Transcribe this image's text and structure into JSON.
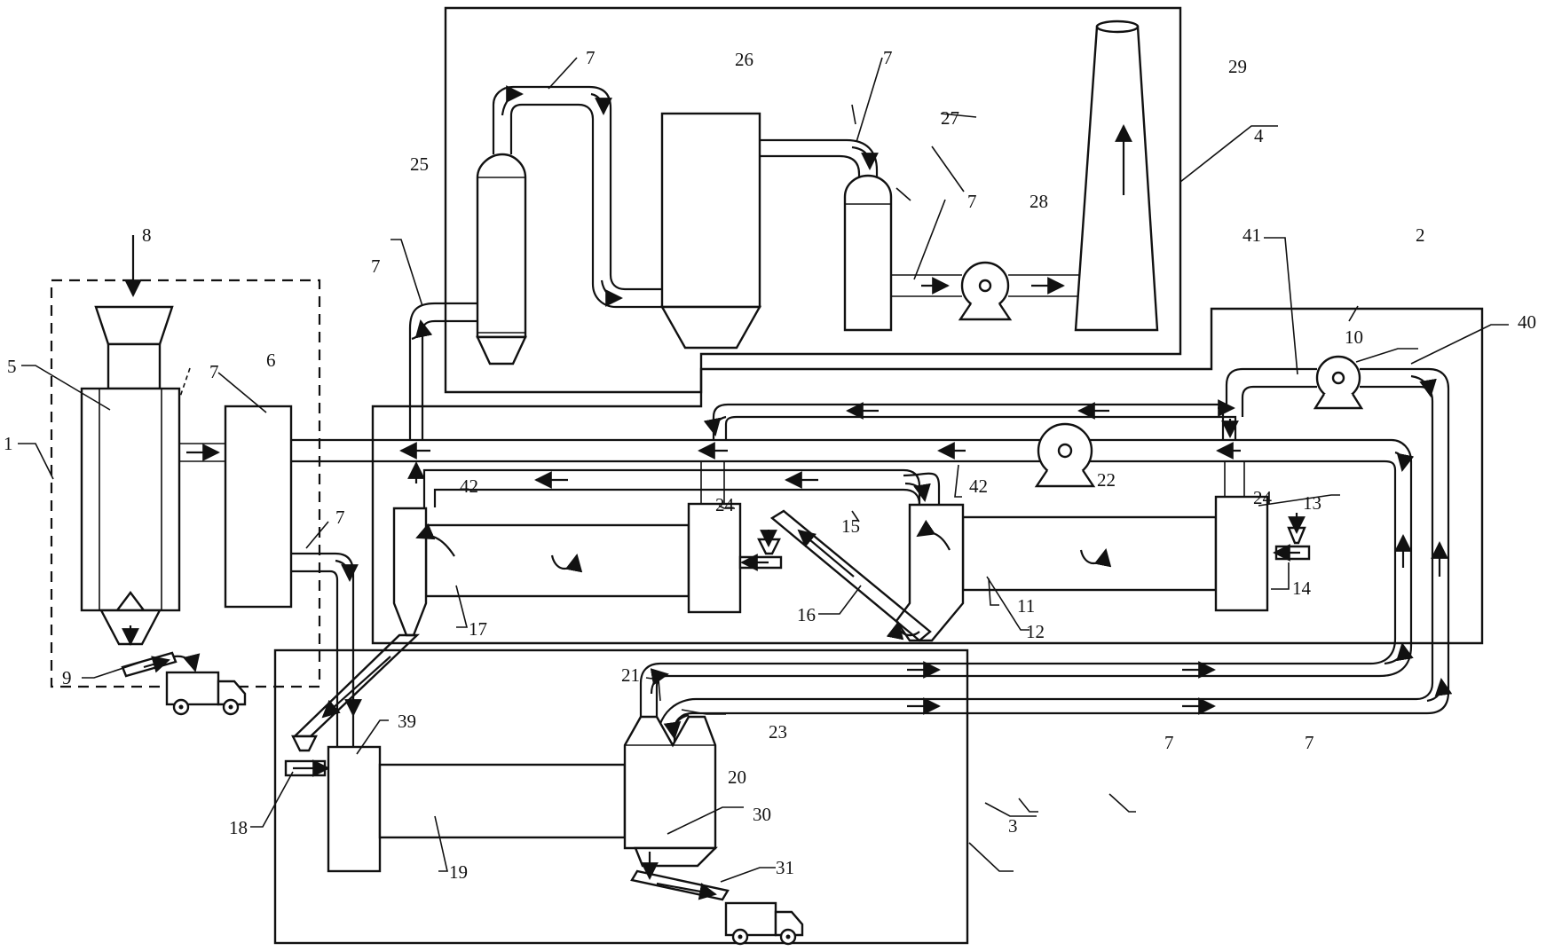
{
  "diagram": {
    "labels": {
      "l1": "1",
      "l2": "2",
      "l3": "3",
      "l4": "4",
      "l5": "5",
      "l6": "6",
      "l7": "7",
      "l8": "8",
      "l9": "9",
      "l10": "10",
      "l11": "11",
      "l12": "12",
      "l13": "13",
      "l14": "14",
      "l15": "15",
      "l16": "16",
      "l17": "17",
      "l18": "18",
      "l19": "19",
      "l20": "20",
      "l21": "21",
      "l22": "22",
      "l23": "23",
      "l24": "24",
      "l25": "25",
      "l26": "26",
      "l27": "27",
      "l28": "28",
      "l29": "29",
      "l30": "30",
      "l31": "31",
      "l39": "39",
      "l40": "40",
      "l41": "41",
      "l42": "42"
    }
  }
}
